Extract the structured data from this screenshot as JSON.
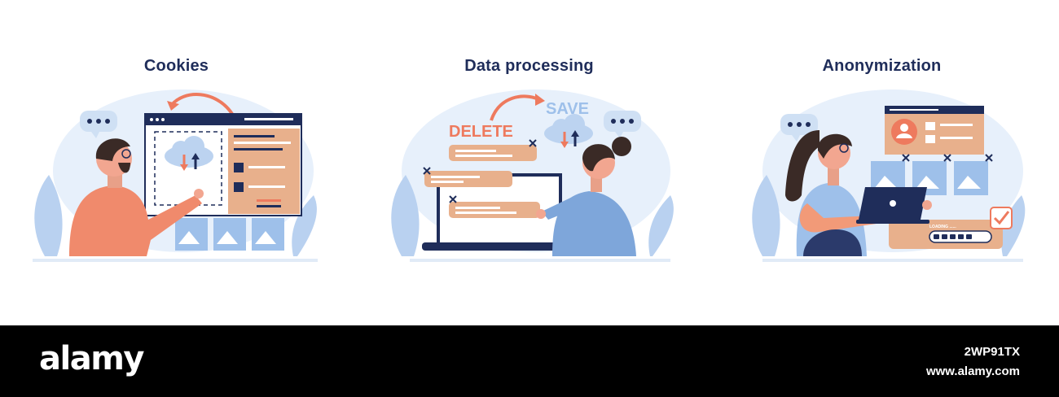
{
  "panels": [
    {
      "title": "Cookies"
    },
    {
      "title": "Data processing",
      "delete_label": "DELETE",
      "save_label": "SAVE"
    },
    {
      "title": "Anonymization",
      "loading_label": "LOADING ......"
    }
  ],
  "watermark": {
    "logo": "alamy",
    "image_id": "2WP91TX",
    "site": "www.alamy.com"
  },
  "colors": {
    "navy": "#1f2d5a",
    "coral": "#ee7a5e",
    "sky": "#cfe0f4",
    "skin": "#f29a78",
    "tan": "#e8b08c"
  }
}
